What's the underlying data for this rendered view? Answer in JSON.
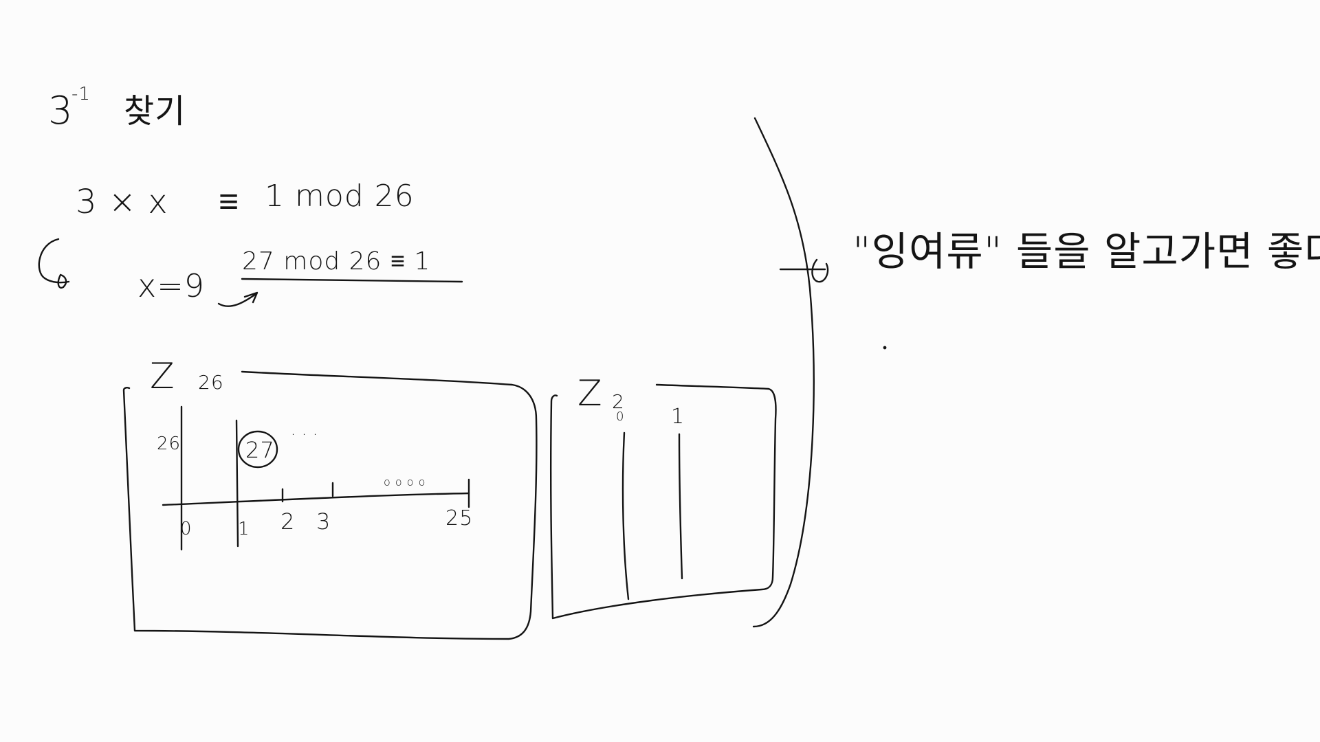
{
  "heading": {
    "base": "3",
    "exponent": "-1",
    "label": "찾기"
  },
  "equation": {
    "lhs": "3 × x",
    "congruent": "≡",
    "rhs": "1 mod 26"
  },
  "solution": {
    "value": "x=9",
    "check": "27 mod 26 ≡ 1"
  },
  "box_z26": {
    "symbol": "Z",
    "subscript": "26",
    "above_label": "26",
    "circled": "27",
    "dots_top": "· · ·",
    "dots_line": "o o o o",
    "ticks": [
      "0",
      "1",
      "2",
      "3",
      "25"
    ]
  },
  "box_z2": {
    "symbol": "Z",
    "subscript": "2",
    "zero_label": "0",
    "one_label": "1"
  },
  "note": {
    "text": "\"잉여류\" 들을 알고가면 좋다"
  },
  "colors": {
    "background": "#fcfcfc",
    "ink": "#141414"
  }
}
